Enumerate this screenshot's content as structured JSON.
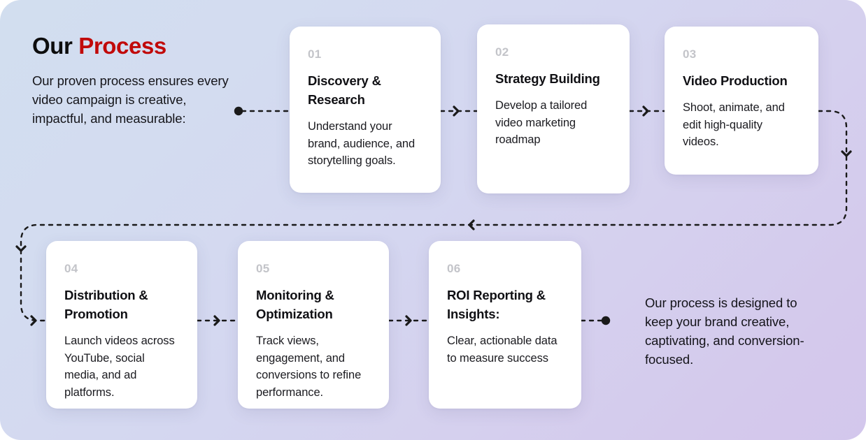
{
  "heading": {
    "lead": "Our ",
    "accent": "Process",
    "accent_color": "#c10a0a",
    "body": "Our proven process ensures every video campaign is creative, impactful, and measurable:"
  },
  "steps": [
    {
      "number": "01",
      "title": "Discovery & Research",
      "description": "Understand your brand, audience, and storytelling goals."
    },
    {
      "number": "02",
      "title": "Strategy Building",
      "description": "Develop a tailored video marketing roadmap"
    },
    {
      "number": "03",
      "title": "Video Production",
      "description": "Shoot, animate, and edit high-quality videos."
    },
    {
      "number": "04",
      "title": "Distribution & Promotion",
      "description": "Launch videos across YouTube, social media, and ad platforms."
    },
    {
      "number": "05",
      "title": "Monitoring & Optimization",
      "description": "Track views, engagement, and conversions to refine performance."
    },
    {
      "number": "06",
      "title": "ROI Reporting & Insights:",
      "description": "Clear, actionable data to measure success"
    }
  ],
  "closing_note": "Our process is designed to keep your brand creative, captivating, and conversion-focused.",
  "connectors": {
    "line_color": "#1a1a1a",
    "style": "dashed",
    "start_marker": "dot",
    "end_marker": "dot",
    "arrow_markers": [
      "chevron-right",
      "chevron-right",
      "chevron-down",
      "chevron-left",
      "chevron-down",
      "chevron-right",
      "chevron-right",
      "chevron-right"
    ]
  },
  "theme": {
    "background_from": "#d2deef",
    "background_to": "#d3c7ec",
    "card_background": "#ffffff",
    "number_color": "#c3c4c9",
    "text_color": "#15151a"
  }
}
